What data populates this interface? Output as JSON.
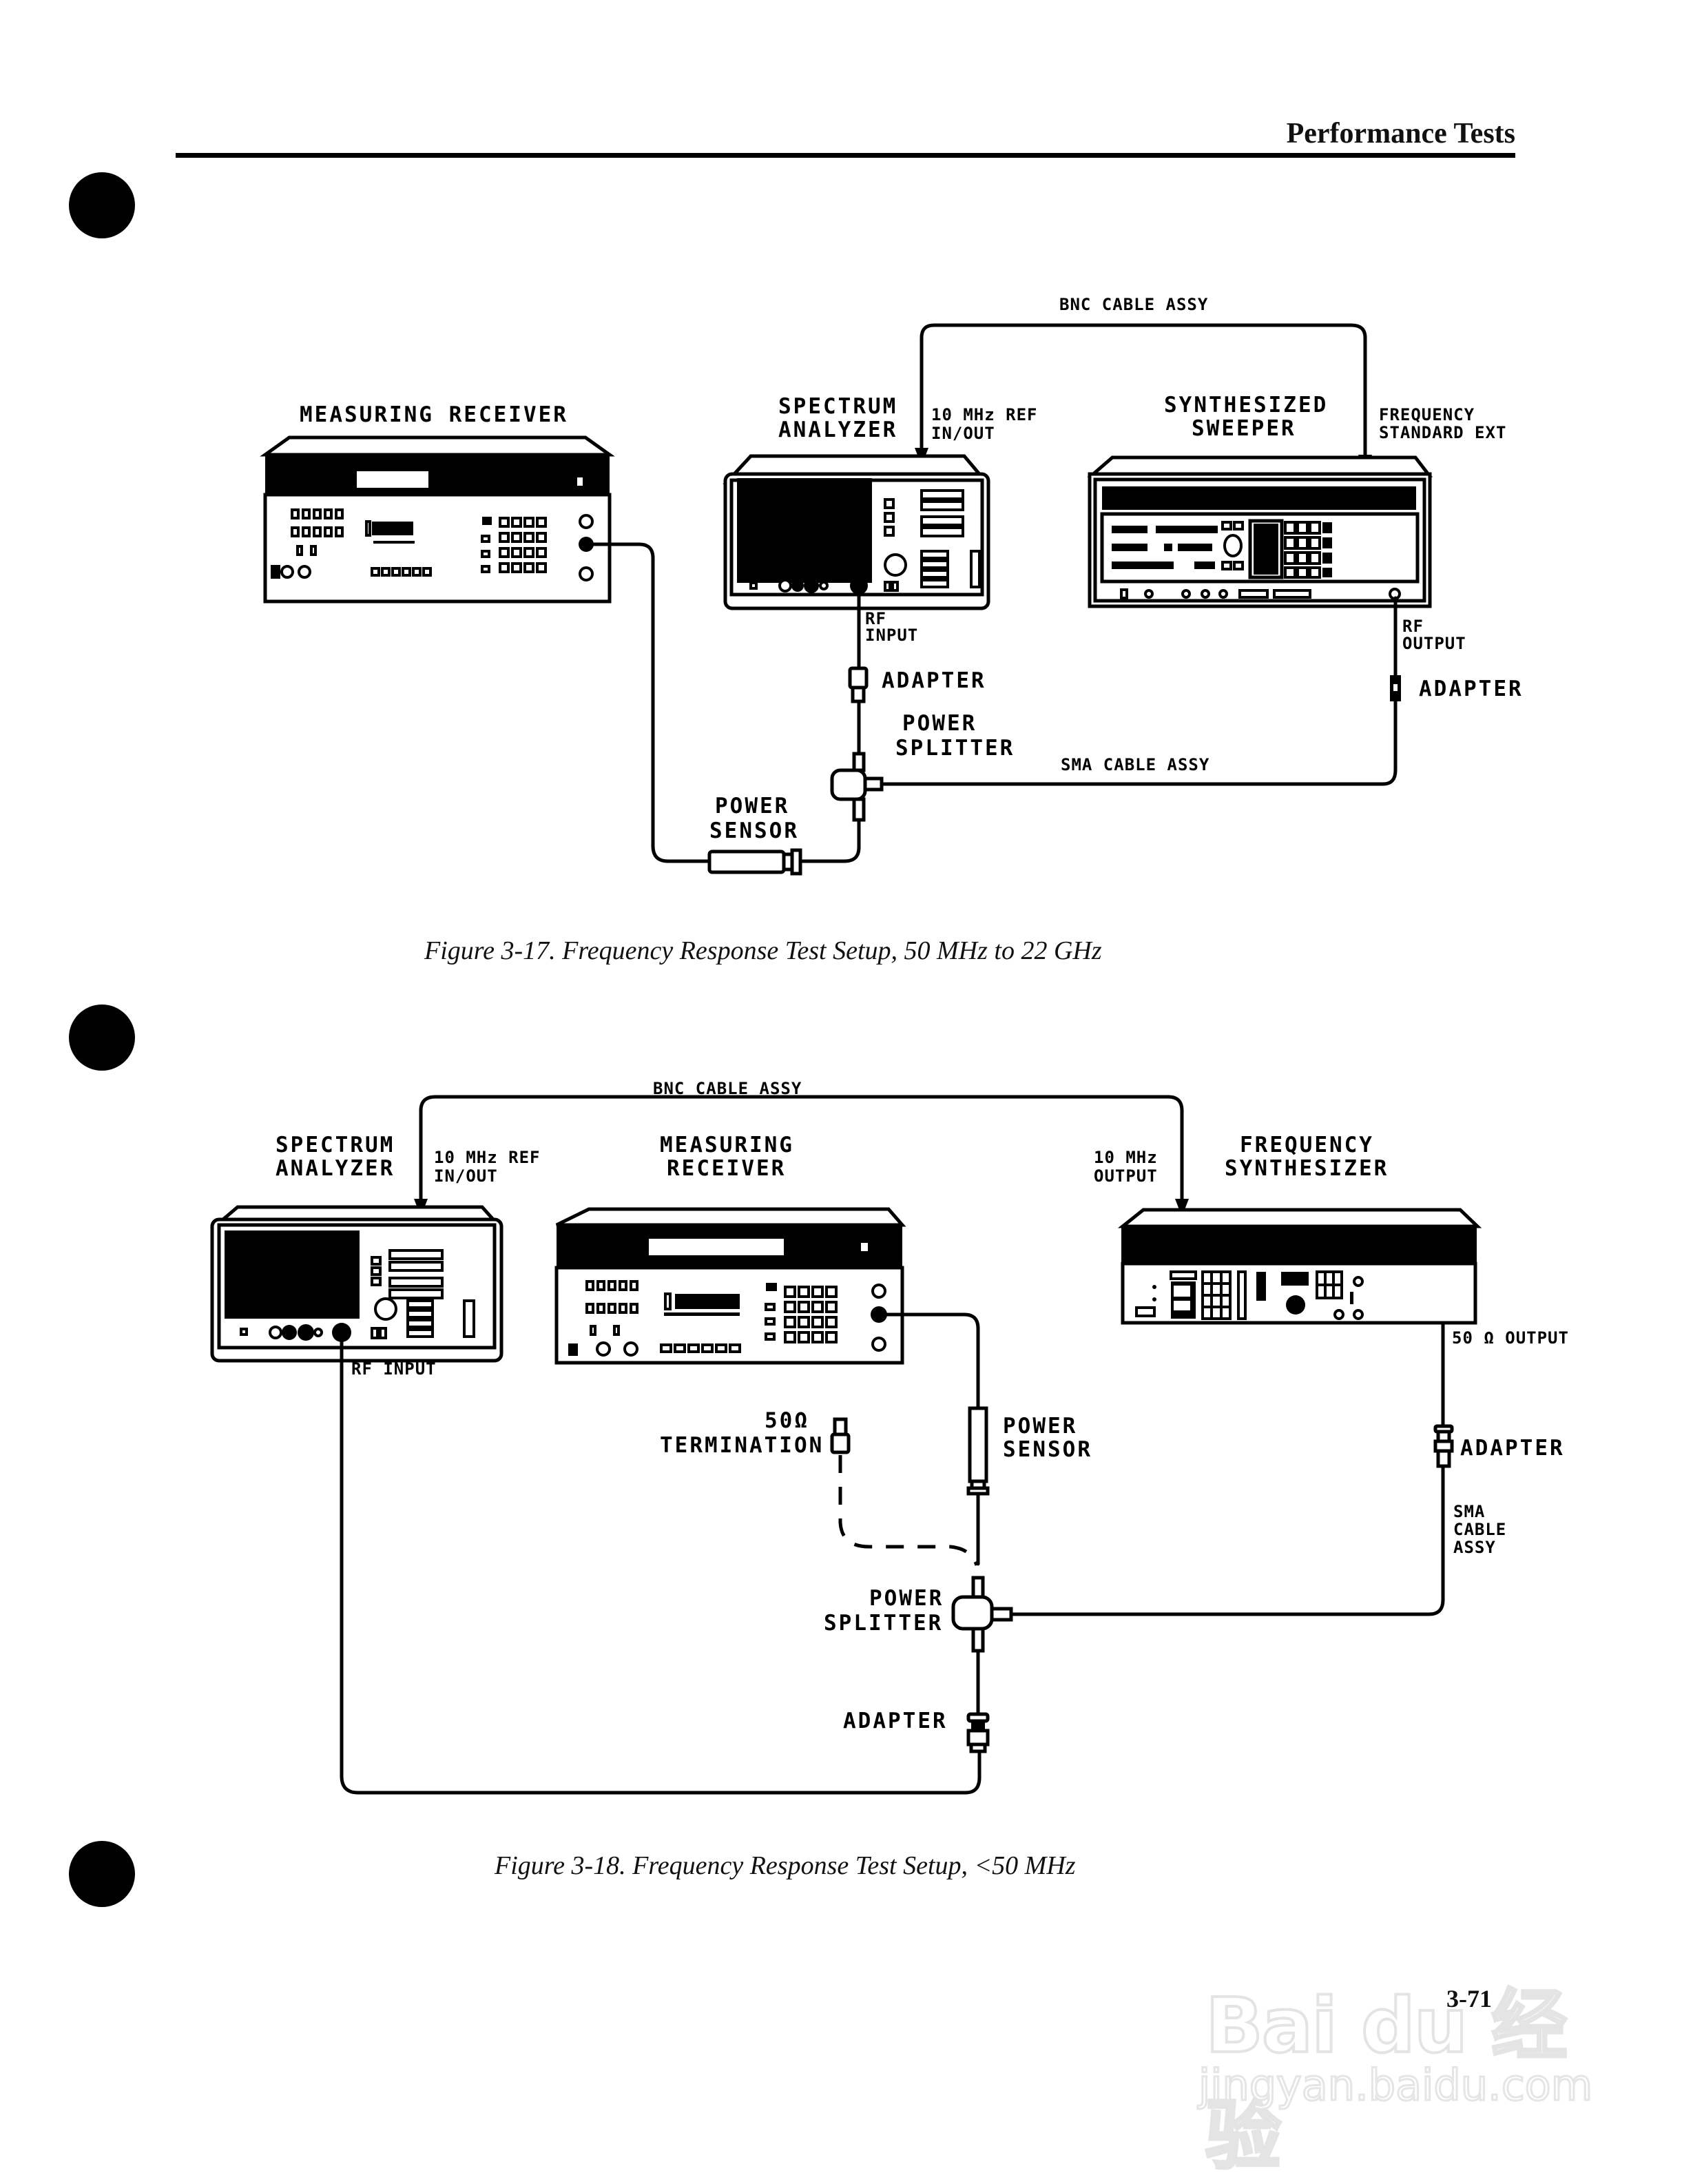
{
  "header": {
    "title": "Performance Tests"
  },
  "figure_17": {
    "caption": "Figure 3-17. Frequency Response Test Setup, 50 MHz to 22 GHz",
    "labels": {
      "bnc_cable": "BNC CABLE ASSY",
      "measuring_receiver": "MEASURING RECEIVER",
      "spectrum_analyzer_1": "SPECTRUM",
      "spectrum_analyzer_2": "ANALYZER",
      "ref_in_out_1": "10 MHz REF",
      "ref_in_out_2": "IN/OUT",
      "synth_sweeper_1": "SYNTHESIZED",
      "synth_sweeper_2": "SWEEPER",
      "freq_std_ext_1": "FREQUENCY",
      "freq_std_ext_2": "STANDARD EXT",
      "rf_input_1": "RF",
      "rf_input_2": "INPUT",
      "rf_output_1": "RF",
      "rf_output_2": "OUTPUT",
      "adapter_left": "ADAPTER",
      "adapter_right": "ADAPTER",
      "power_splitter_1": "POWER",
      "power_splitter_2": "SPLITTER",
      "sma_cable": "SMA CABLE ASSY",
      "power_sensor_1": "POWER",
      "power_sensor_2": "SENSOR"
    }
  },
  "figure_18": {
    "caption": "Figure 3-18. Frequency Response Test Setup, <50 MHz",
    "labels": {
      "bnc_cable": "BNC CABLE ASSY",
      "spectrum_analyzer_1": "SPECTRUM",
      "spectrum_analyzer_2": "ANALYZER",
      "ref_in_out_1": "10 MHz REF",
      "ref_in_out_2": "IN/OUT",
      "measuring_receiver_1": "MEASURING",
      "measuring_receiver_2": "RECEIVER",
      "ten_mhz_output_1": "10 MHz",
      "ten_mhz_output_2": "OUTPUT",
      "freq_synth_1": "FREQUENCY",
      "freq_synth_2": "SYNTHESIZER",
      "rf_input": "RF INPUT",
      "fifty_ohm_output": "50 Ω OUTPUT",
      "termination_1": "50Ω",
      "termination_2": "TERMINATION",
      "power_sensor_1": "POWER",
      "power_sensor_2": "SENSOR",
      "adapter_right": "ADAPTER",
      "sma_cable_1": "SMA",
      "sma_cable_2": "CABLE",
      "sma_cable_3": "ASSY",
      "power_splitter_1": "POWER",
      "power_splitter_2": "SPLITTER",
      "adapter_bottom": "ADAPTER"
    }
  },
  "footer": {
    "page_number": "3-71"
  },
  "watermark": {
    "brand": "Bai du 经验",
    "url": "jingyan.baidu.com"
  }
}
